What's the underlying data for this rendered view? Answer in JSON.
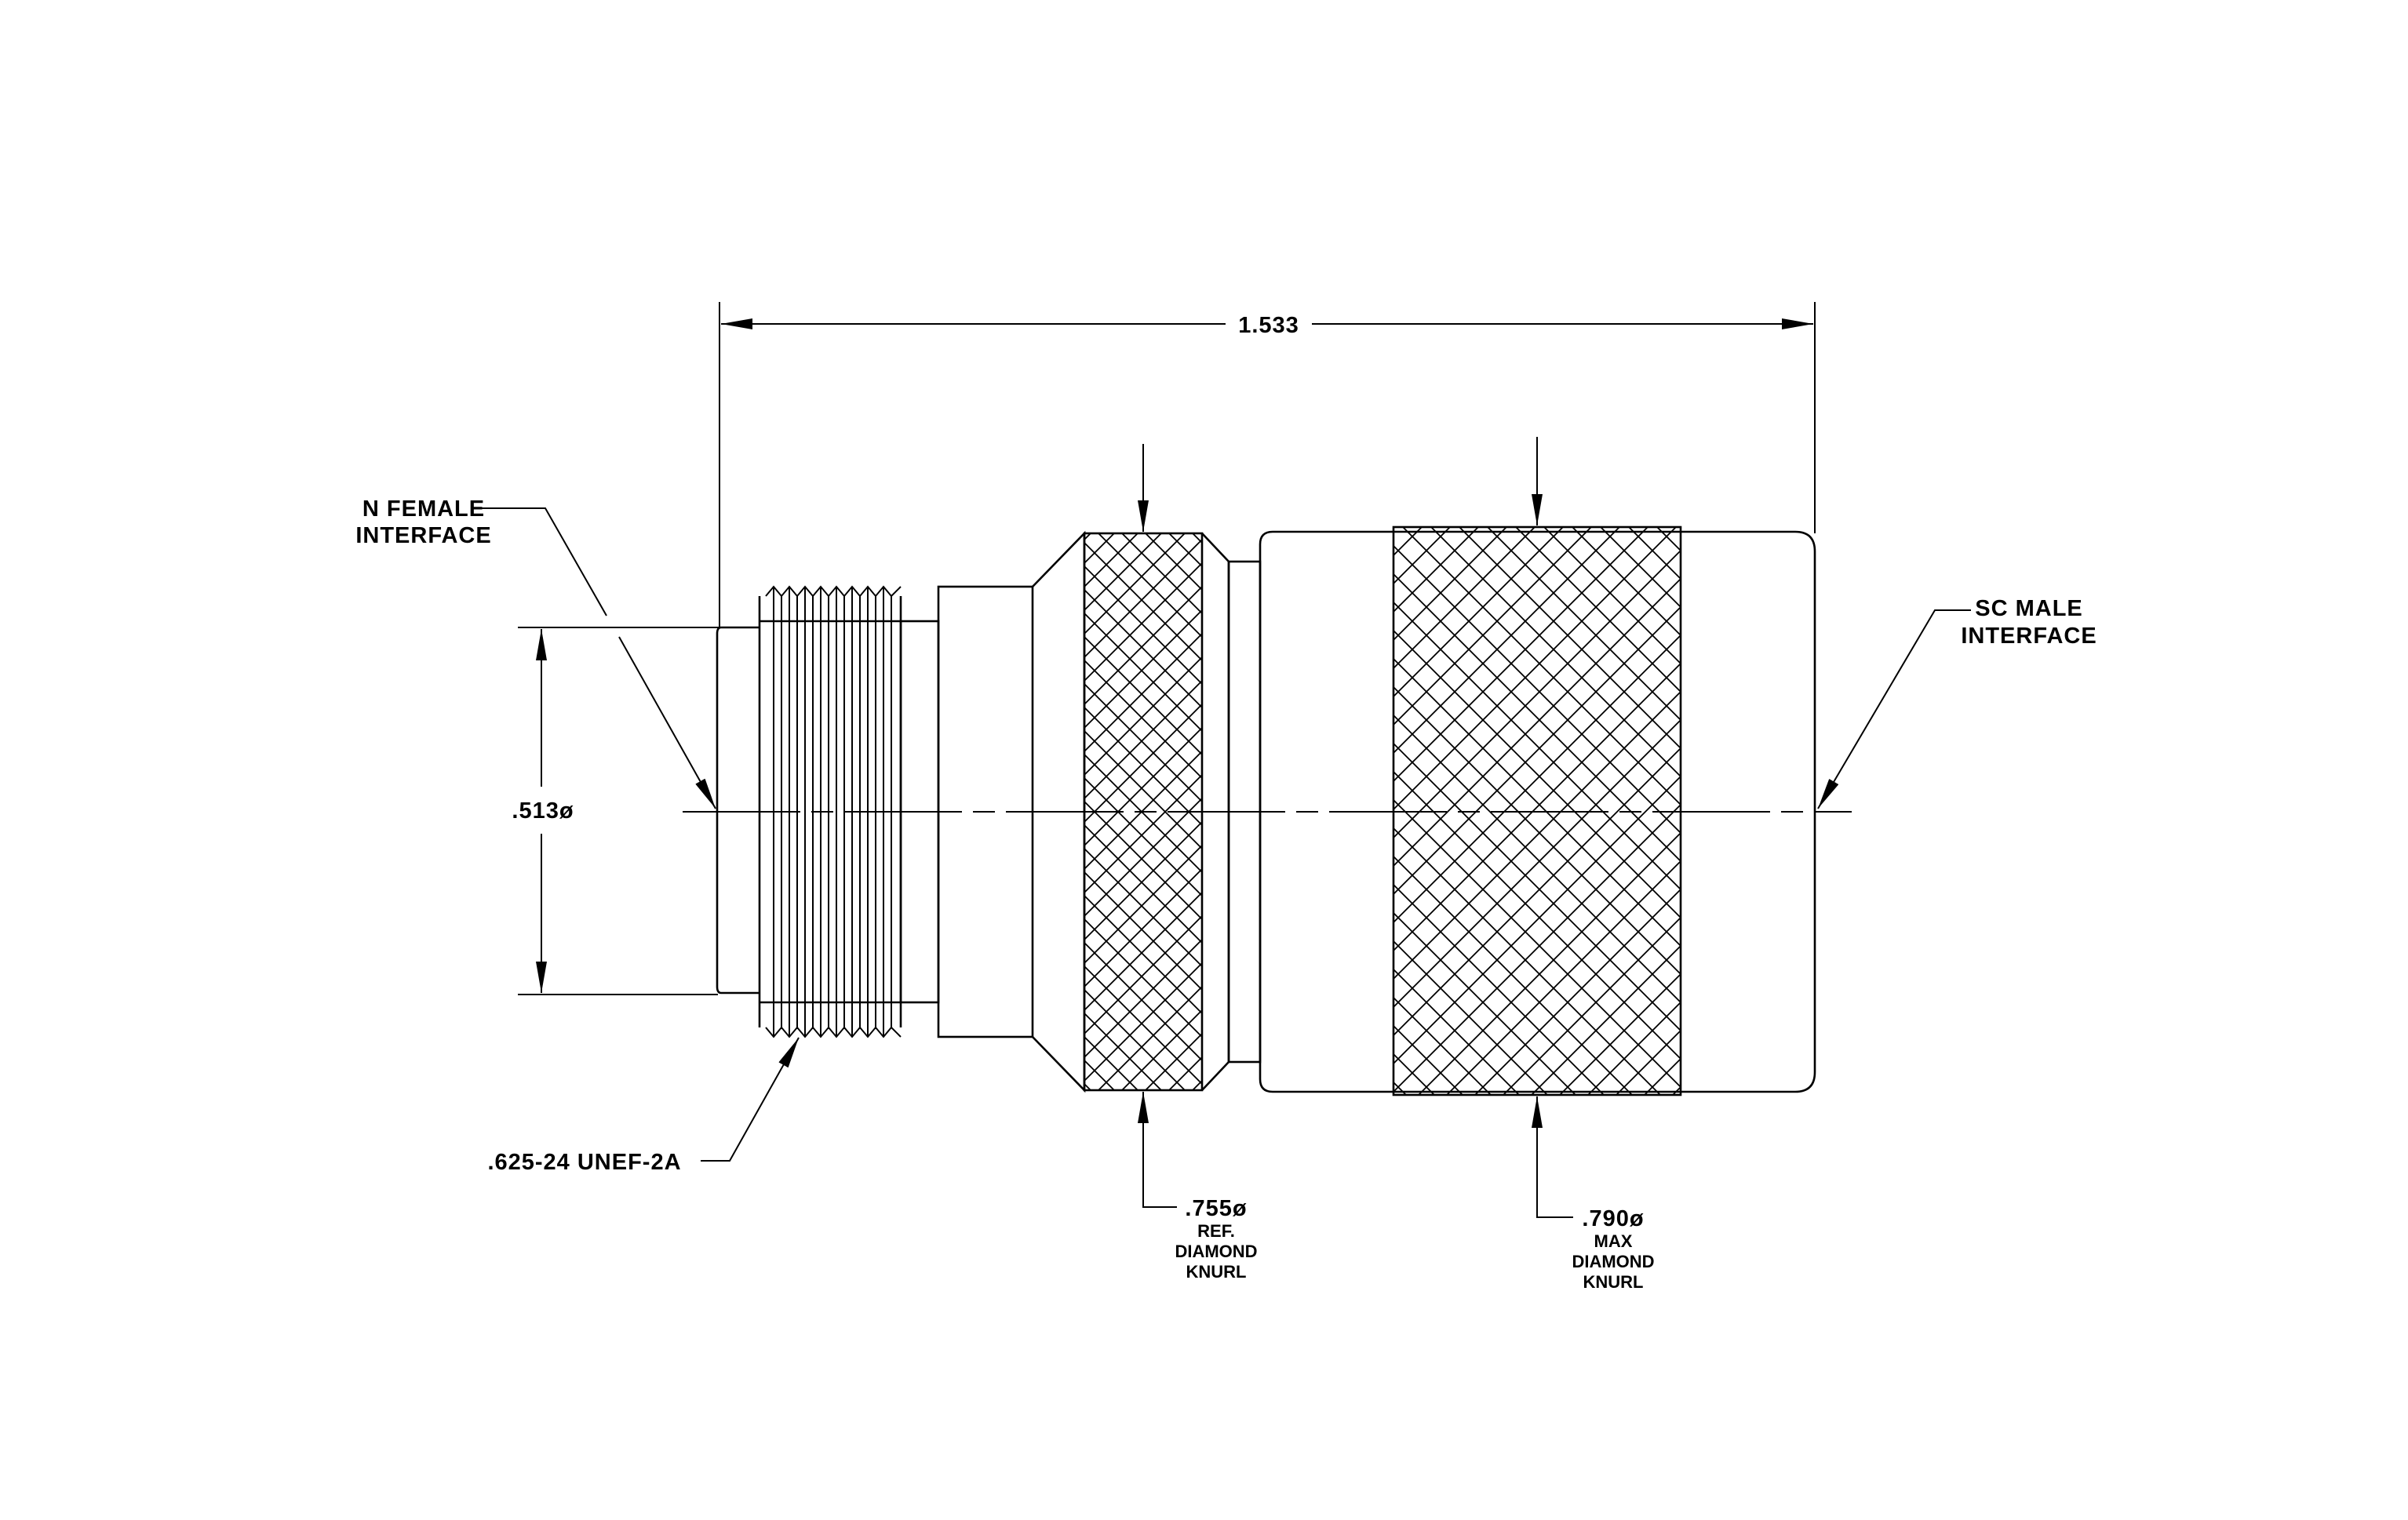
{
  "drawing": {
    "overall_length": "1.533",
    "body_diameter": ".513ø",
    "thread_spec": ".625-24 UNEF-2A",
    "left_interface": [
      "N  FEMALE",
      "INTERFACE"
    ],
    "right_interface": [
      "SC  MALE",
      "INTERFACE"
    ],
    "knurl_small": [
      ".755ø",
      "REF.",
      "DIAMOND",
      "KNURL"
    ],
    "knurl_large": [
      ".790ø",
      "MAX",
      "DIAMOND",
      "KNURL"
    ]
  },
  "colors": {
    "line": "#000000",
    "background": "#ffffff"
  }
}
